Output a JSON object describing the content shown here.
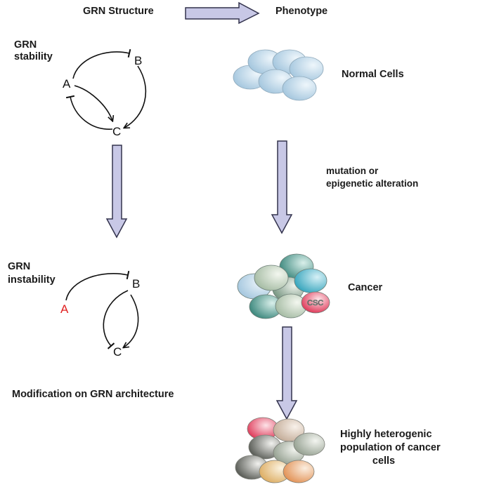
{
  "header": {
    "left_title": "GRN Structure",
    "right_title": "Phenotype"
  },
  "left": {
    "stability_label_line1": "GRN",
    "stability_label_line2": "stability",
    "instability_label_line1": "GRN",
    "instability_label_line2": "instability",
    "modification_caption": "Modification on GRN architecture",
    "nodes": {
      "a": "A",
      "b": "B",
      "c": "C"
    }
  },
  "right": {
    "normal_label": "Normal Cells",
    "transition_line1": "mutation or",
    "transition_line2": "epigenetic alteration",
    "cancer_label": "Cancer",
    "csc_label": "CSC",
    "hetero_line1": "Highly heterogenic",
    "hetero_line2": "population of cancer",
    "hetero_line3": "cells"
  },
  "colors": {
    "arrow_fill": "#c8c8e6",
    "arrow_stroke": "#33334d",
    "instability_node": "#e02020"
  }
}
